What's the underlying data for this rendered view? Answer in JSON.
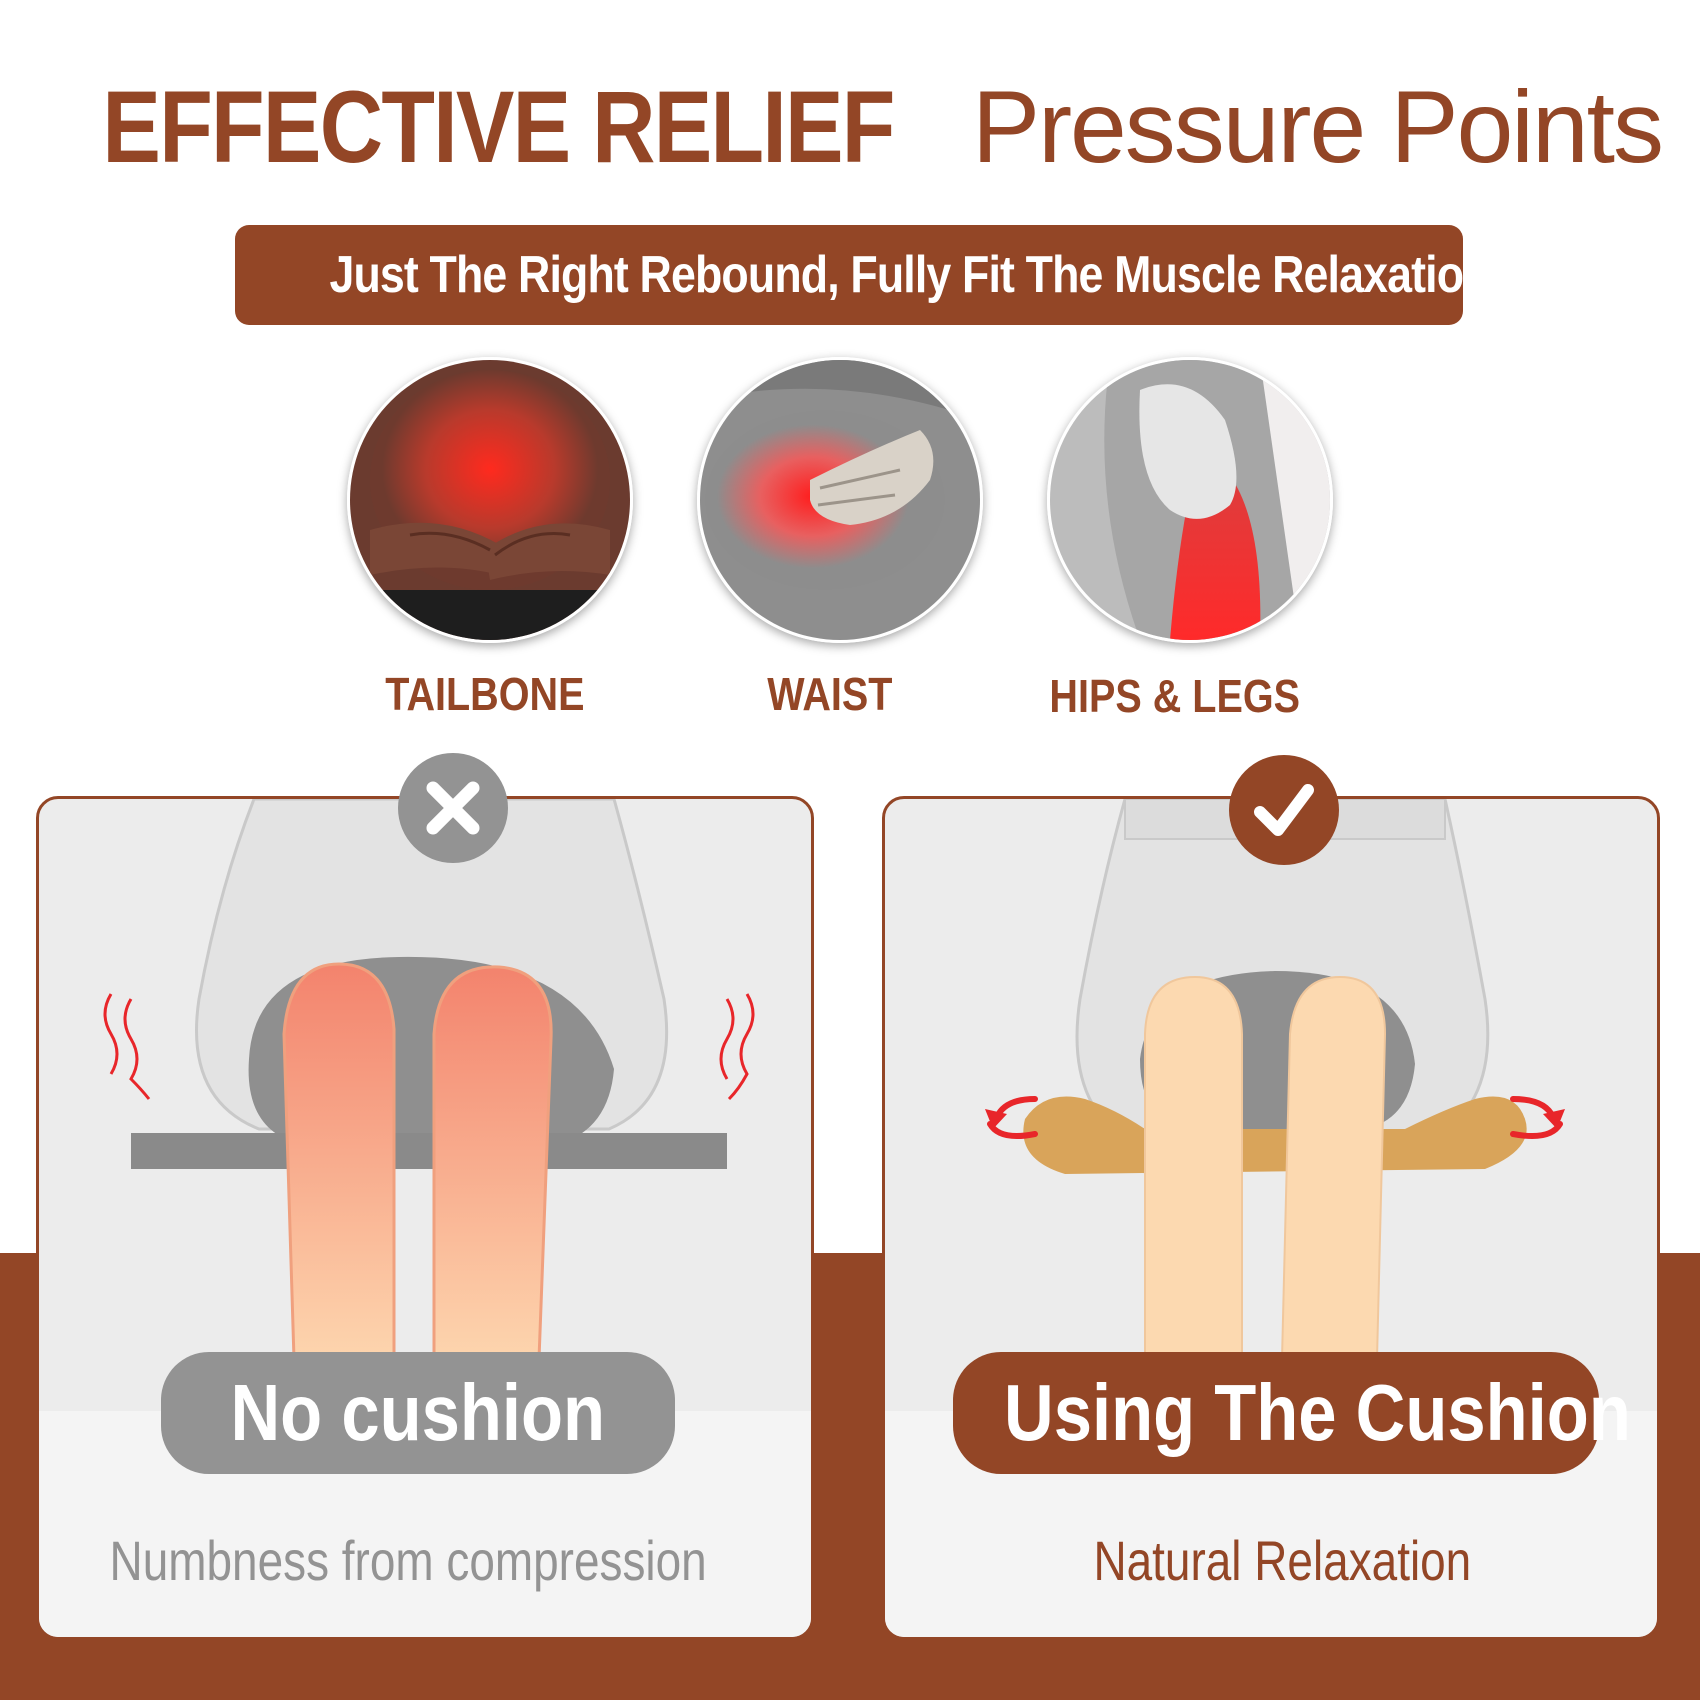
{
  "header": {
    "title_bold": "EFFECTIVE RELIEF",
    "title_light": "Pressure Points",
    "subtitle": "Just The Right Rebound, Fully Fit The Muscle Relaxation"
  },
  "pressure_points": [
    {
      "label": "TAILBONE",
      "icon": "lower-back-pain-photo"
    },
    {
      "label": "WAIST",
      "icon": "waist-pain-photo"
    },
    {
      "label": "HIPS & LEGS",
      "icon": "hip-pain-photo"
    }
  ],
  "comparison": {
    "bad": {
      "badge_icon": "cross-icon",
      "pill": "No cushion",
      "caption": "Numbness from compression"
    },
    "good": {
      "badge_icon": "check-icon",
      "pill": "Using The Cushion",
      "caption": "Natural Relaxation"
    }
  },
  "colors": {
    "brand": "#934626",
    "gray": "#939393",
    "pain_red": "#e8262a",
    "cushion": "#d9a45a",
    "skin": "#fcd9b0"
  }
}
